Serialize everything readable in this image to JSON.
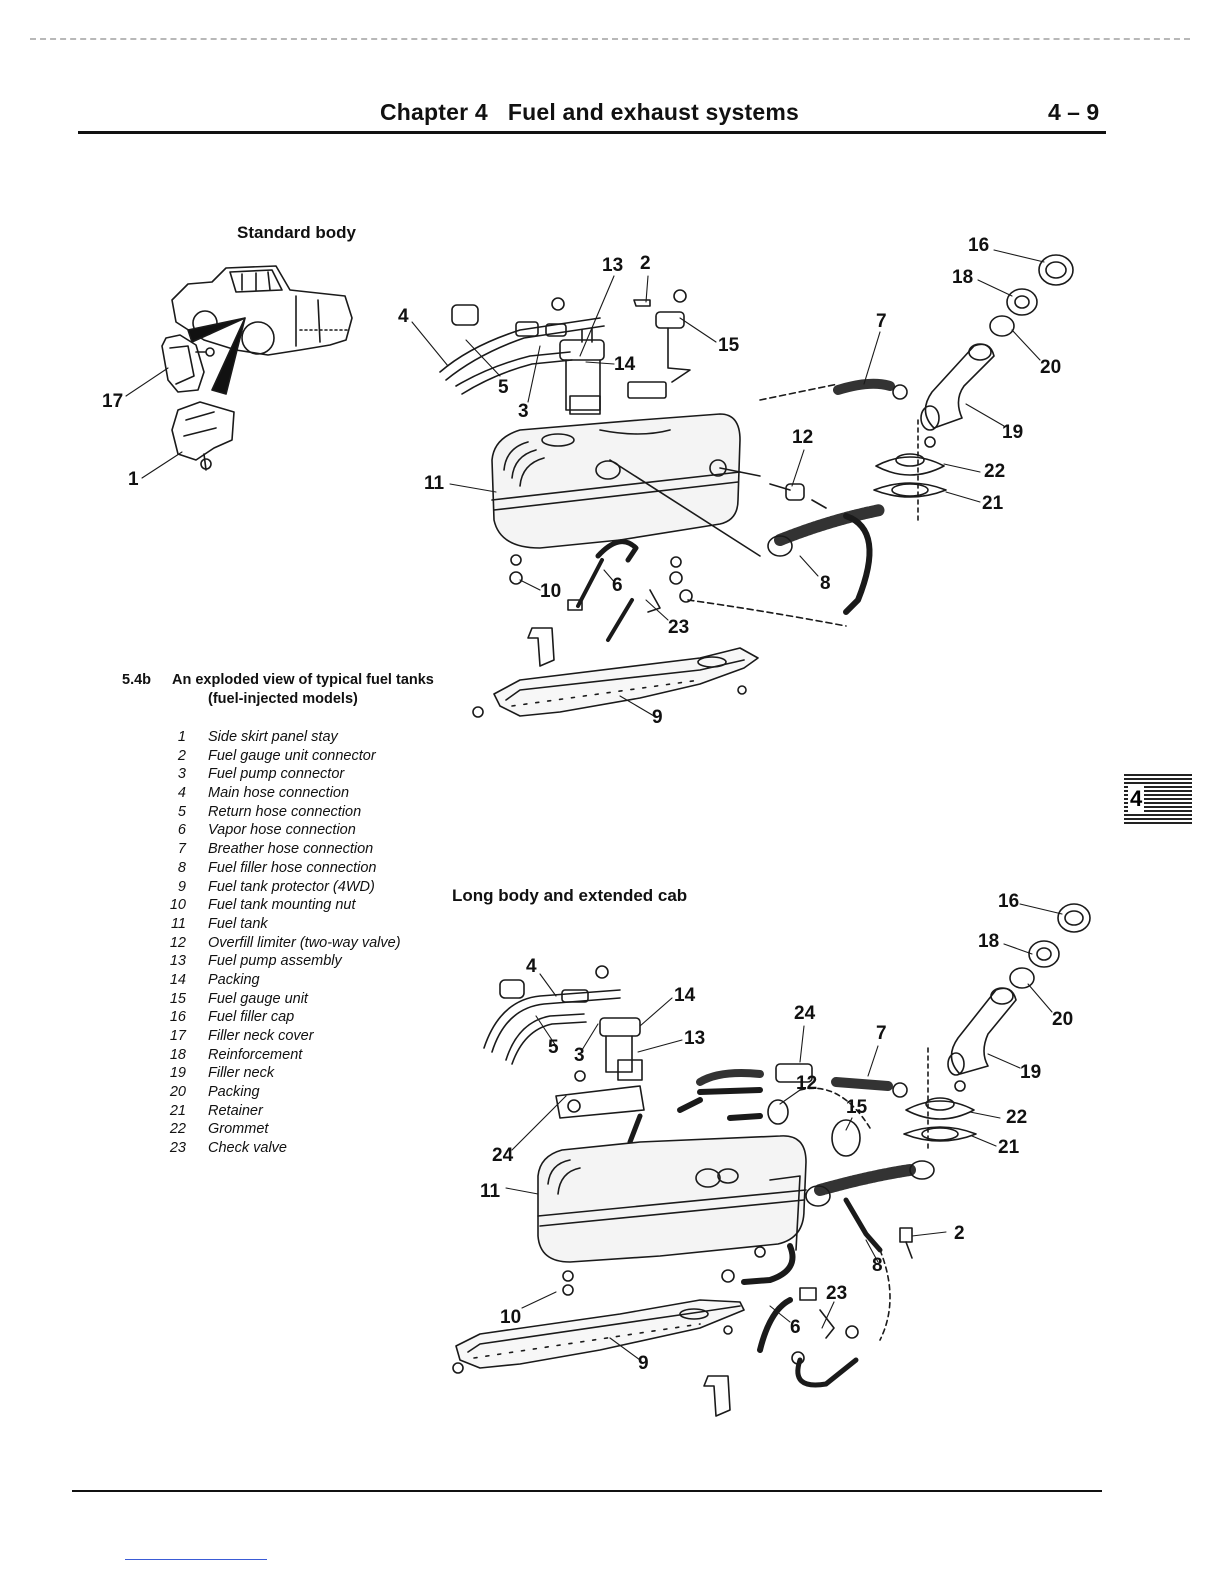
{
  "header": {
    "chapter": "Chapter 4",
    "title": "Fuel and exhaust systems",
    "page_number": "4 – 9"
  },
  "chapter_tab": "4",
  "sections": {
    "standard": "Standard body",
    "long": "Long body and extended cab"
  },
  "figure": {
    "number": "5.4b",
    "caption_line1": "An exploded view of typical fuel tanks",
    "caption_line2": "(fuel-injected models)"
  },
  "legend": [
    {
      "num": "1",
      "text": "Side skirt panel stay"
    },
    {
      "num": "2",
      "text": "Fuel gauge unit connector"
    },
    {
      "num": "3",
      "text": "Fuel pump connector"
    },
    {
      "num": "4",
      "text": "Main hose connection"
    },
    {
      "num": "5",
      "text": "Return hose connection"
    },
    {
      "num": "6",
      "text": "Vapor hose connection"
    },
    {
      "num": "7",
      "text": "Breather hose connection"
    },
    {
      "num": "8",
      "text": "Fuel filler hose connection"
    },
    {
      "num": "9",
      "text": "Fuel tank protector (4WD)"
    },
    {
      "num": "10",
      "text": "Fuel tank mounting nut"
    },
    {
      "num": "11",
      "text": "Fuel tank"
    },
    {
      "num": "12",
      "text": "Overfill limiter (two-way valve)"
    },
    {
      "num": "13",
      "text": "Fuel pump assembly"
    },
    {
      "num": "14",
      "text": "Packing"
    },
    {
      "num": "15",
      "text": "Fuel gauge unit"
    },
    {
      "num": "16",
      "text": "Fuel filler cap"
    },
    {
      "num": "17",
      "text": "Filler neck cover"
    },
    {
      "num": "18",
      "text": "Reinforcement"
    },
    {
      "num": "19",
      "text": "Filler neck"
    },
    {
      "num": "20",
      "text": "Packing"
    },
    {
      "num": "21",
      "text": "Retainer"
    },
    {
      "num": "22",
      "text": "Grommet"
    },
    {
      "num": "23",
      "text": "Check valve"
    }
  ],
  "callouts_standard": [
    "17",
    "1",
    "13",
    "2",
    "4",
    "5",
    "3",
    "14",
    "15",
    "7",
    "16",
    "18",
    "20",
    "19",
    "12",
    "11",
    "22",
    "21",
    "10",
    "6",
    "8",
    "23",
    "9"
  ],
  "callouts_long": [
    "4",
    "14",
    "13",
    "5",
    "3",
    "24",
    "7",
    "16",
    "18",
    "20",
    "19",
    "12",
    "15",
    "22",
    "21",
    "24",
    "11",
    "2",
    "8",
    "23",
    "10",
    "6",
    "9"
  ]
}
